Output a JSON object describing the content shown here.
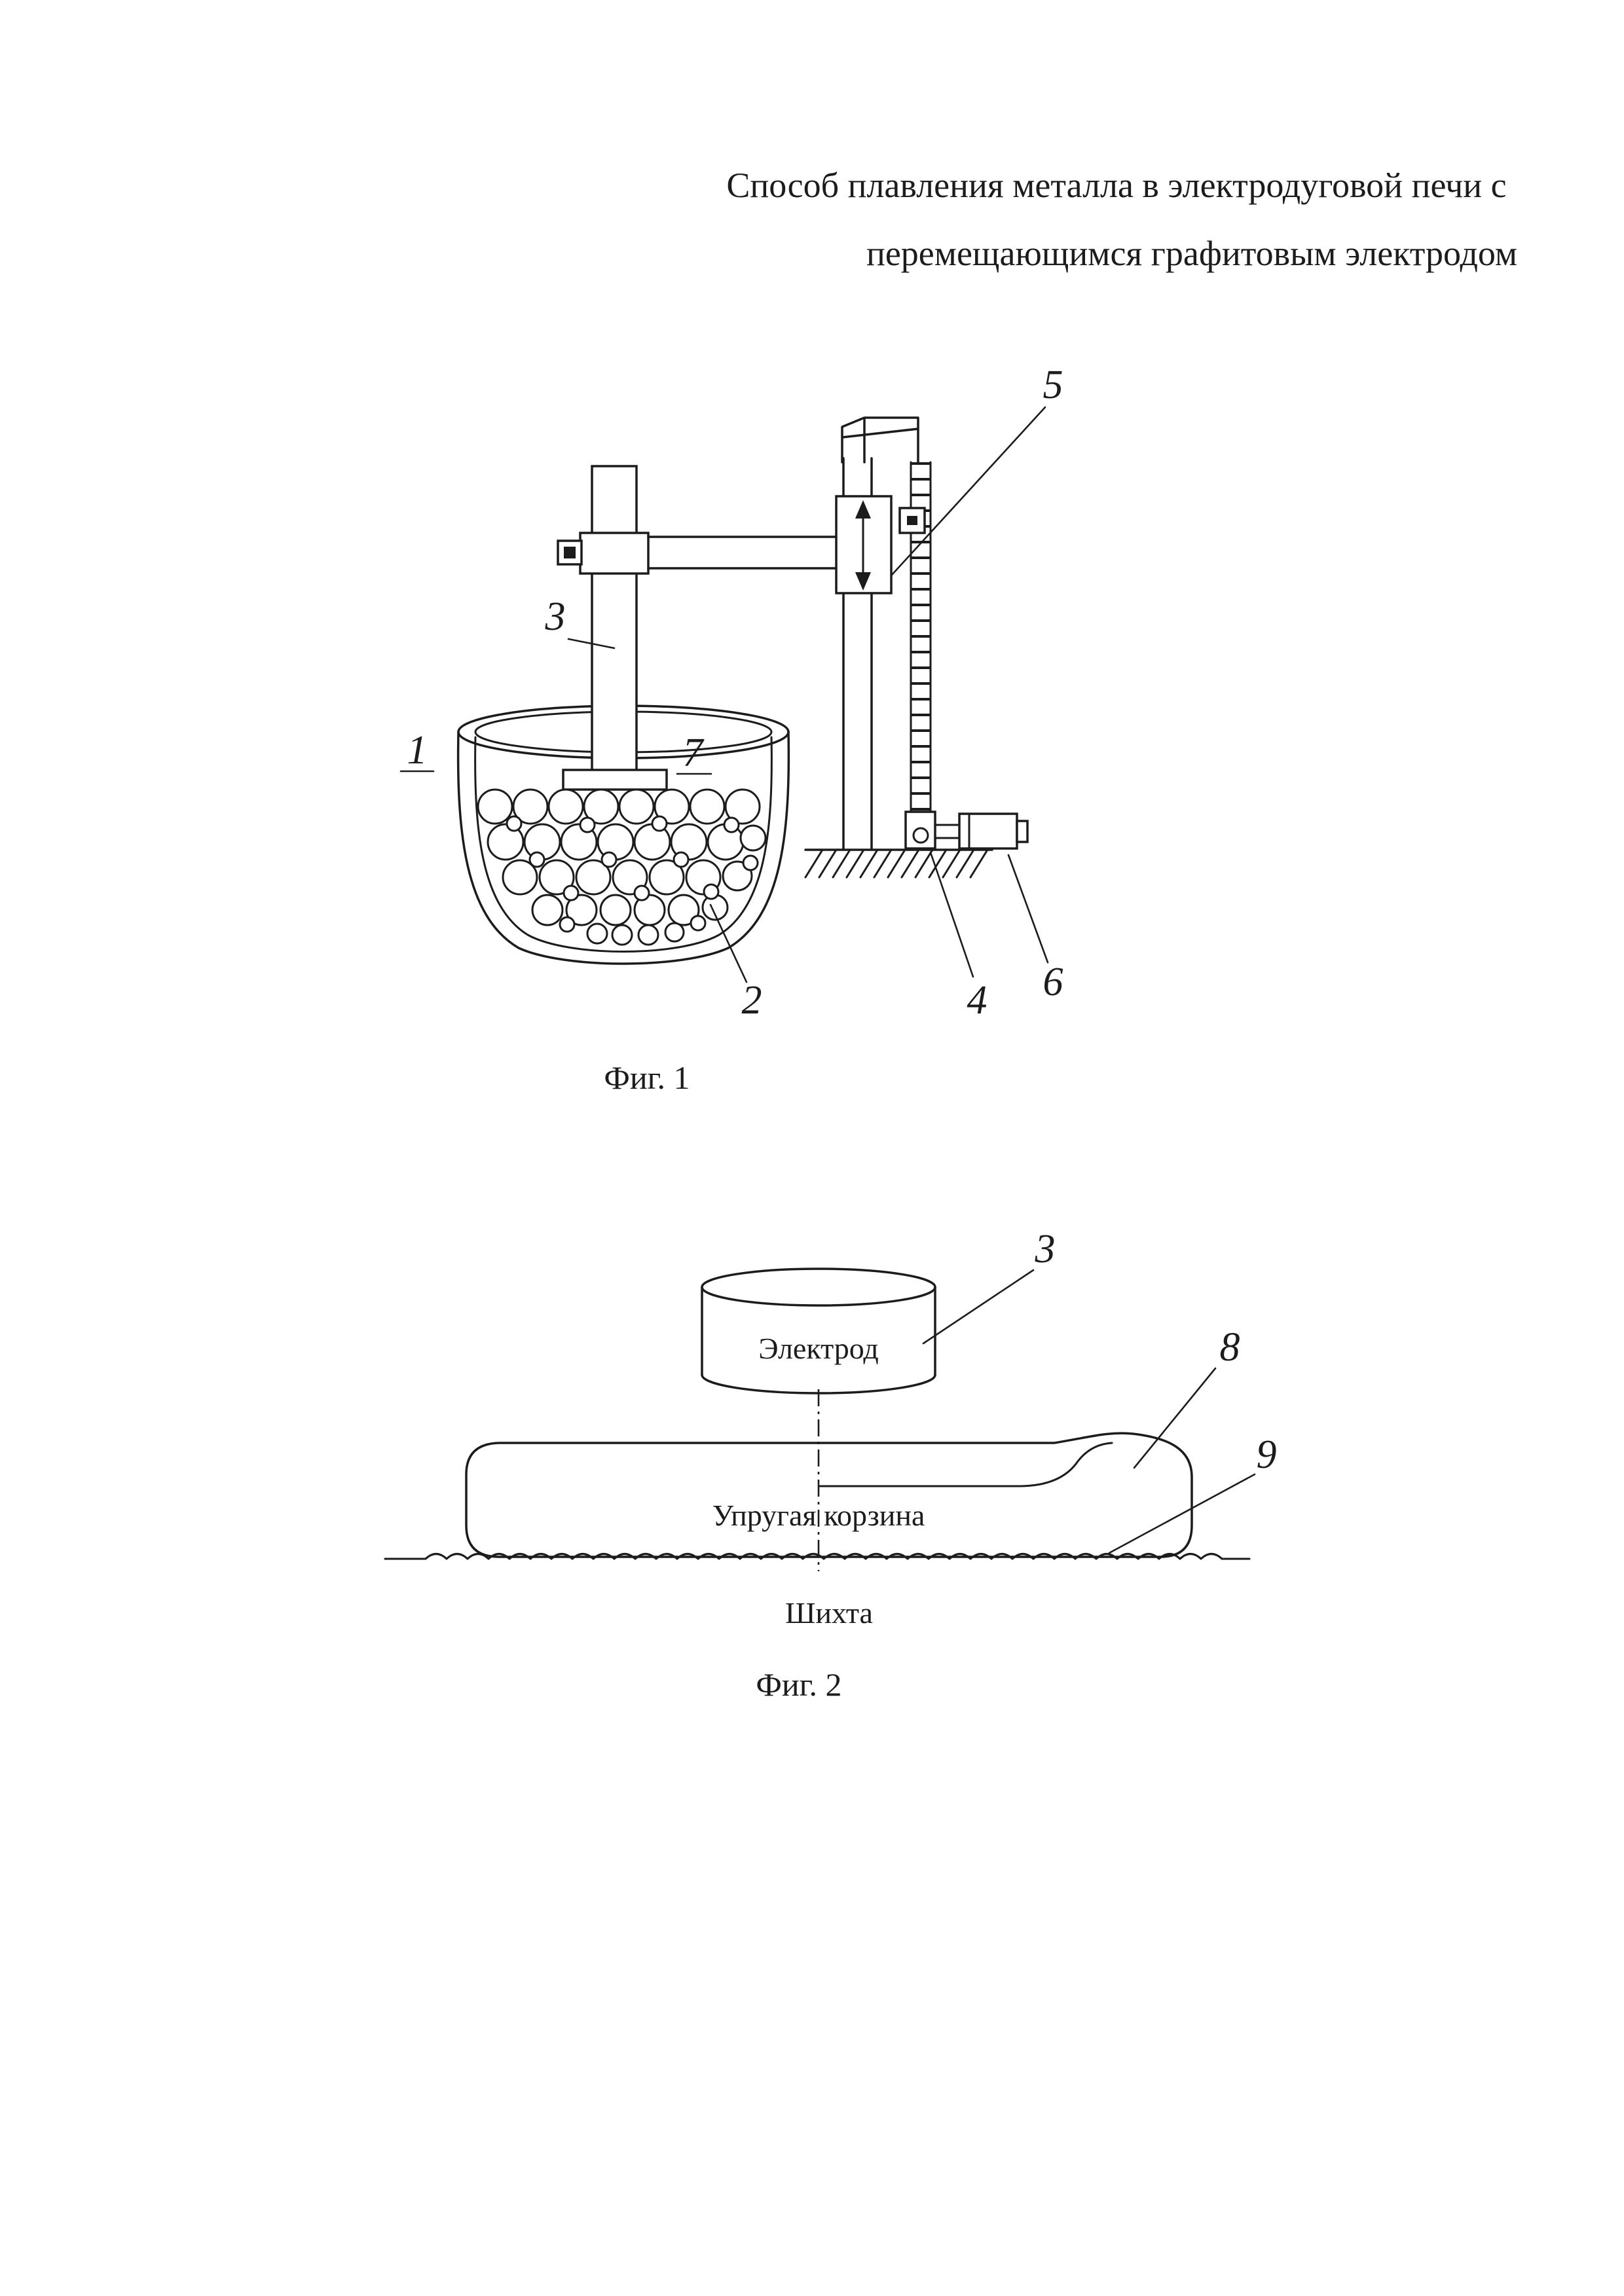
{
  "page": {
    "title_line1": "Способ плавления металла в электродуговой печи с",
    "title_line2": "перемещающимся графитовым электродом"
  },
  "fig1": {
    "caption": "Фиг. 1",
    "labels": {
      "n1": "1",
      "n2": "2",
      "n3": "3",
      "n4": "4",
      "n5": "5",
      "n6": "6",
      "n7": "7"
    }
  },
  "fig2": {
    "caption": "Фиг. 2",
    "labels": {
      "n3": "3",
      "n8": "8",
      "n9": "9"
    },
    "electrode": "Электрод",
    "basket": "Упругая корзина",
    "charge": "Шихта"
  }
}
